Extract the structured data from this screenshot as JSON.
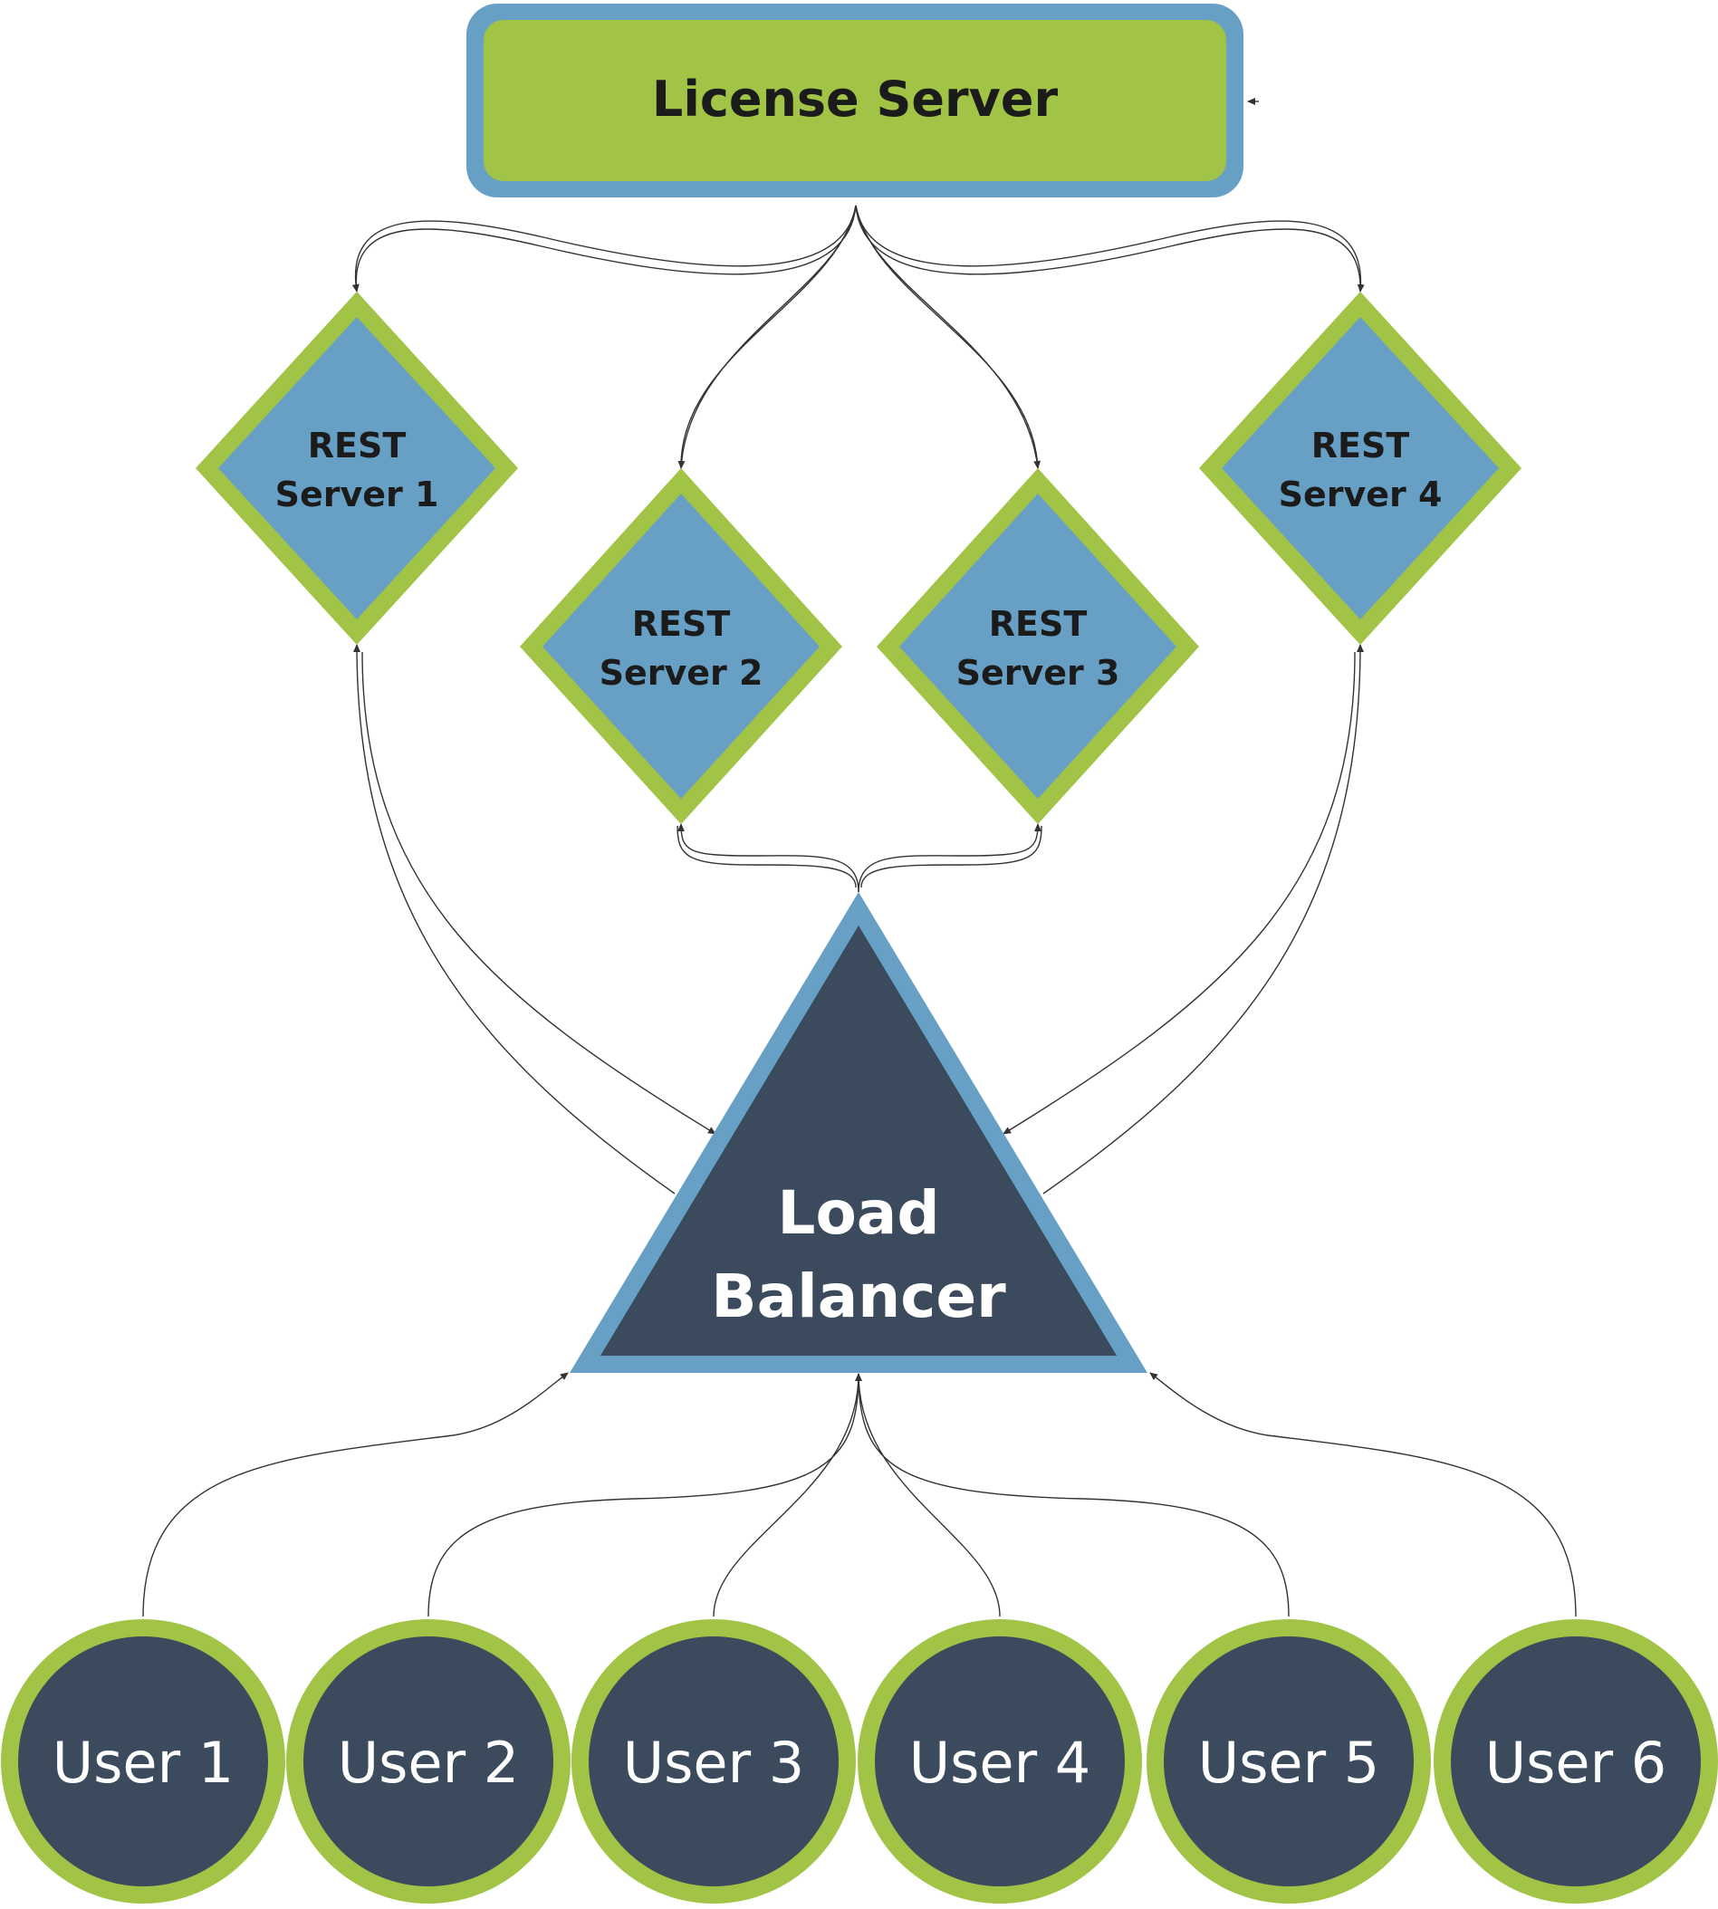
{
  "colors": {
    "green": "#a2c446",
    "blue": "#67a0c4",
    "navy": "#3b4a5c",
    "connector": "#333333"
  },
  "license_server": {
    "label": "License Server"
  },
  "rest_servers": [
    {
      "line1": "REST",
      "line2": "Server 1"
    },
    {
      "line1": "REST",
      "line2": "Server 2"
    },
    {
      "line1": "REST",
      "line2": "Server 3"
    },
    {
      "line1": "REST",
      "line2": "Server 4"
    }
  ],
  "load_balancer": {
    "line1": "Load",
    "line2": "Balancer"
  },
  "users": [
    {
      "label": "User 1"
    },
    {
      "label": "User 2"
    },
    {
      "label": "User 3"
    },
    {
      "label": "User 4"
    },
    {
      "label": "User 5"
    },
    {
      "label": "User 6"
    }
  ]
}
